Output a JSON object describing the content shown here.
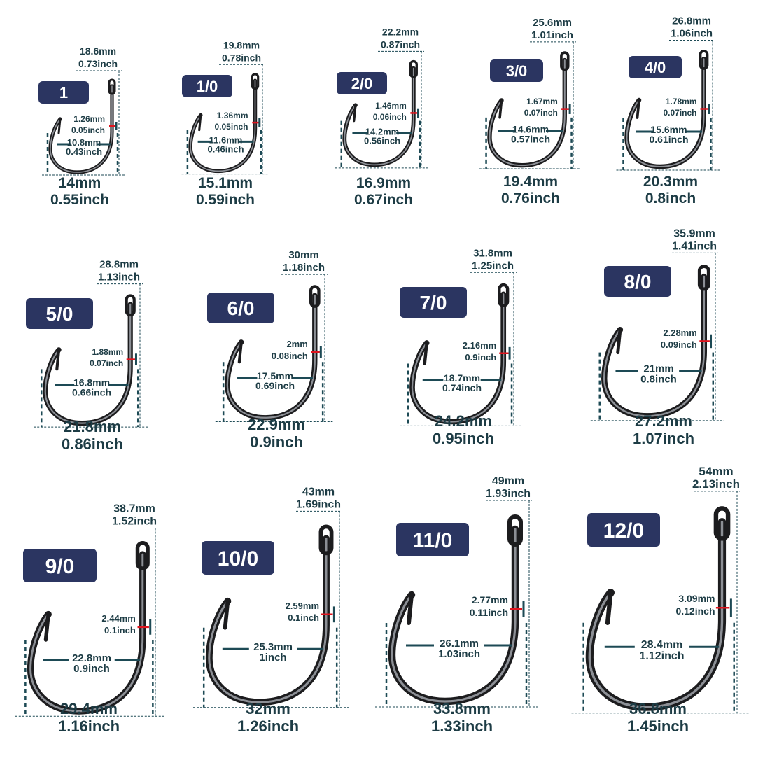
{
  "colors": {
    "label_bg": "#2b3561",
    "label_text": "#ffffff",
    "dim_text": "#1d3c45",
    "dim_line": "#1d4a55",
    "marker": "#e0141e",
    "hook_outer": "#1c1c1e",
    "hook_inner": "#8c8f95"
  },
  "hooks": [
    {
      "size": "1",
      "length_mm": "18.6mm",
      "length_in": "0.73inch",
      "wire_mm": "1.26mm",
      "wire_in": "0.05inch",
      "gap_mm": "10.8mm",
      "gap_in": "0.43inch",
      "width_mm": "14mm",
      "width_in": "0.55inch"
    },
    {
      "size": "1/0",
      "length_mm": "19.8mm",
      "length_in": "0.78inch",
      "wire_mm": "1.36mm",
      "wire_in": "0.05inch",
      "gap_mm": "11.6mm",
      "gap_in": "0.46inch",
      "width_mm": "15.1mm",
      "width_in": "0.59inch"
    },
    {
      "size": "2/0",
      "length_mm": "22.2mm",
      "length_in": "0.87inch",
      "wire_mm": "1.46mm",
      "wire_in": "0.06inch",
      "gap_mm": "14.2mm",
      "gap_in": "0.56inch",
      "width_mm": "16.9mm",
      "width_in": "0.67inch"
    },
    {
      "size": "3/0",
      "length_mm": "25.6mm",
      "length_in": "1.01inch",
      "wire_mm": "1.67mm",
      "wire_in": "0.07inch",
      "gap_mm": "14.6mm",
      "gap_in": "0.57inch",
      "width_mm": "19.4mm",
      "width_in": "0.76inch"
    },
    {
      "size": "4/0",
      "length_mm": "26.8mm",
      "length_in": "1.06inch",
      "wire_mm": "1.78mm",
      "wire_in": "0.07inch",
      "gap_mm": "15.6mm",
      "gap_in": "0.61inch",
      "width_mm": "20.3mm",
      "width_in": "0.8inch"
    },
    {
      "size": "5/0",
      "length_mm": "28.8mm",
      "length_in": "1.13inch",
      "wire_mm": "1.88mm",
      "wire_in": "0.07inch",
      "gap_mm": "16.8mm",
      "gap_in": "0.66inch",
      "width_mm": "21.8mm",
      "width_in": "0.86inch"
    },
    {
      "size": "6/0",
      "length_mm": "30mm",
      "length_in": "1.18inch",
      "wire_mm": "2mm",
      "wire_in": "0.08inch",
      "gap_mm": "17.5mm",
      "gap_in": "0.69inch",
      "width_mm": "22.9mm",
      "width_in": "0.9inch"
    },
    {
      "size": "7/0",
      "length_mm": "31.8mm",
      "length_in": "1.25inch",
      "wire_mm": "2.16mm",
      "wire_in": "0.9inch",
      "gap_mm": "18.7mm",
      "gap_in": "0.74inch",
      "width_mm": "24.2mm",
      "width_in": "0.95inch"
    },
    {
      "size": "8/0",
      "length_mm": "35.9mm",
      "length_in": "1.41inch",
      "wire_mm": "2.28mm",
      "wire_in": "0.09inch",
      "gap_mm": "21mm",
      "gap_in": "0.8inch",
      "width_mm": "27.2mm",
      "width_in": "1.07inch"
    },
    {
      "size": "9/0",
      "length_mm": "38.7mm",
      "length_in": "1.52inch",
      "wire_mm": "2.44mm",
      "wire_in": "0.1inch",
      "gap_mm": "22.8mm",
      "gap_in": "0.9inch",
      "width_mm": "29.4mm",
      "width_in": "1.16inch"
    },
    {
      "size": "10/0",
      "length_mm": "43mm",
      "length_in": "1.69inch",
      "wire_mm": "2.59mm",
      "wire_in": "0.1inch",
      "gap_mm": "25.3mm",
      "gap_in": "1inch",
      "width_mm": "32mm",
      "width_in": "1.26inch"
    },
    {
      "size": "11/0",
      "length_mm": "49mm",
      "length_in": "1.93inch",
      "wire_mm": "2.77mm",
      "wire_in": "0.11inch",
      "gap_mm": "26.1mm",
      "gap_in": "1.03inch",
      "width_mm": "33.8mm",
      "width_in": "1.33inch"
    },
    {
      "size": "12/0",
      "length_mm": "54mm",
      "length_in": "2.13inch",
      "wire_mm": "3.09mm",
      "wire_in": "0.12inch",
      "gap_mm": "28.4mm",
      "gap_in": "1.12inch",
      "width_mm": "36.8mm",
      "width_in": "1.45inch"
    }
  ]
}
